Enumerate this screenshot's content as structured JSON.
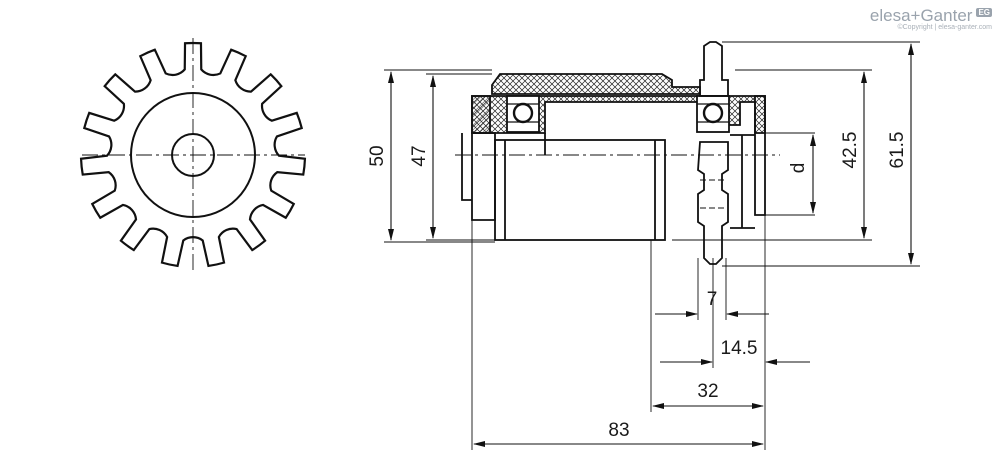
{
  "logo": {
    "brand": "elesa+Ganter",
    "badge": "EG",
    "copyright": "©Copyright | elesa-ganter.com"
  },
  "dimensions": {
    "d50": "50",
    "d47": "47",
    "d_label": "d",
    "d42_5": "42.5",
    "d61_5": "61.5",
    "l7": "7",
    "l14_5": "14.5",
    "l32": "32",
    "l83": "83"
  },
  "sprocket": {
    "teeth": 15
  }
}
